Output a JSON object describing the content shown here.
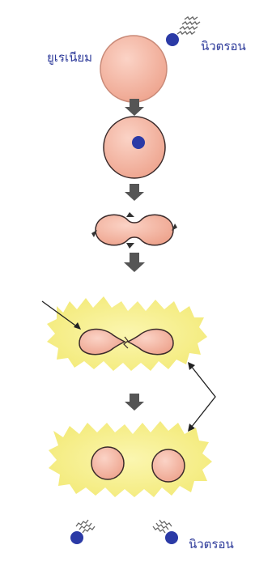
{
  "labels": {
    "uranium": "ยูเรเนียม",
    "neutron_top": "นิวตรอน",
    "neutron_bottom": "นิวตรอน"
  },
  "colors": {
    "nucleus_fill": "#f2b7a4",
    "nucleus_stroke": "#3a2a2a",
    "neutron": "#2b3aa6",
    "energy_glow": "#f7f08a",
    "arrow": "#555555",
    "label_text": "#2d3a9a"
  },
  "stages": [
    "uranium-nucleus-with-incoming-neutron",
    "neutron-absorbed",
    "nucleus-deforming",
    "nucleus-splitting-with-energy",
    "two-fission-fragments-and-neutrons"
  ]
}
